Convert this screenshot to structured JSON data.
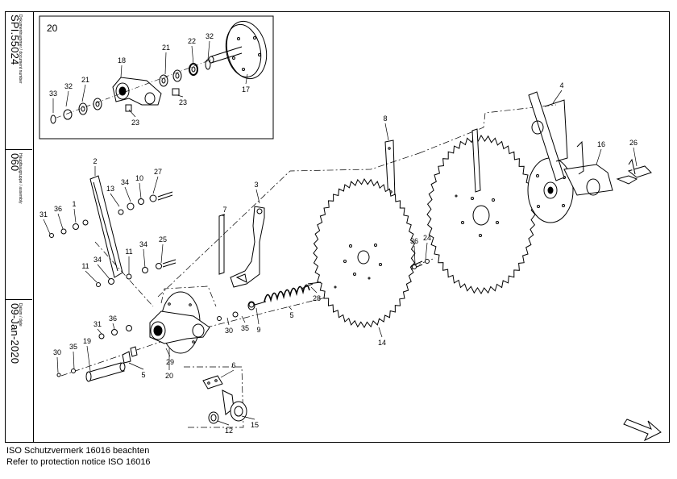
{
  "sidebar": {
    "doc_label": "Dokumentnummer / document number",
    "doc_value": "SPI.55024",
    "group_label": "Hauptbaugruppe / assembly",
    "group_value": "060",
    "date_label": "Datum / date",
    "date_value": "09-Jan-2020"
  },
  "inset": {
    "title": "20"
  },
  "callouts": [
    "33",
    "32",
    "21",
    "18",
    "21",
    "22",
    "32",
    "17",
    "23",
    "23",
    "2",
    "13",
    "34",
    "10",
    "27",
    "31",
    "36",
    "1",
    "11",
    "34",
    "11",
    "34",
    "25",
    "7",
    "3",
    "8",
    "4",
    "16",
    "26",
    "36",
    "24",
    "14",
    "28",
    "5",
    "9",
    "35",
    "30",
    "31",
    "36",
    "19",
    "35",
    "30",
    "5",
    "29",
    "20",
    "6",
    "12",
    "15"
  ],
  "footer": {
    "line1": "ISO Schutzvermerk 16016 beachten",
    "line2": "Refer to protection notice ISO 16016"
  }
}
